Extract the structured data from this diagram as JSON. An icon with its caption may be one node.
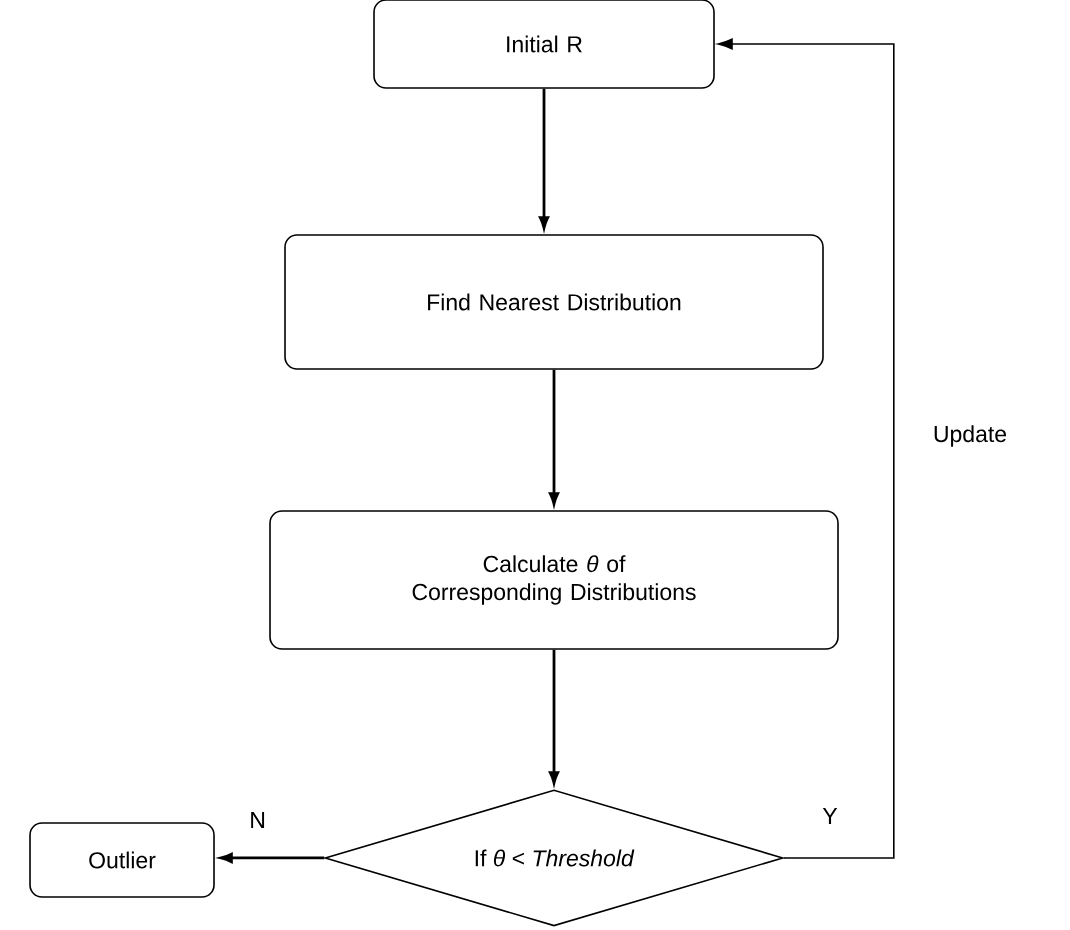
{
  "diagram": {
    "nodes": [
      {
        "text": [
          "Initial R"
        ]
      },
      {
        "text": [
          "Find Nearest Distribution"
        ]
      },
      {
        "text": [
          "Calculate *θ* of Corresponding Distributions"
        ]
      },
      {
        "text": [
          "If *θ* < *Threshold*"
        ]
      },
      {
        "text": [
          "Outlier"
        ]
      }
    ],
    "edges": [
      {
        "from": 0,
        "to": 1,
        "arrow": "to"
      },
      {
        "from": 1,
        "to": 2,
        "arrow": "to"
      },
      {
        "from": 2,
        "to": 3,
        "arrow": "to"
      },
      {
        "from": 3,
        "to": 4,
        "arrow": "to",
        "label": "N"
      },
      {
        "from": 3,
        "to": 0,
        "arrow": "to",
        "label": "Update"
      }
    ],
    "labels": [
      "Y"
    ]
  }
}
